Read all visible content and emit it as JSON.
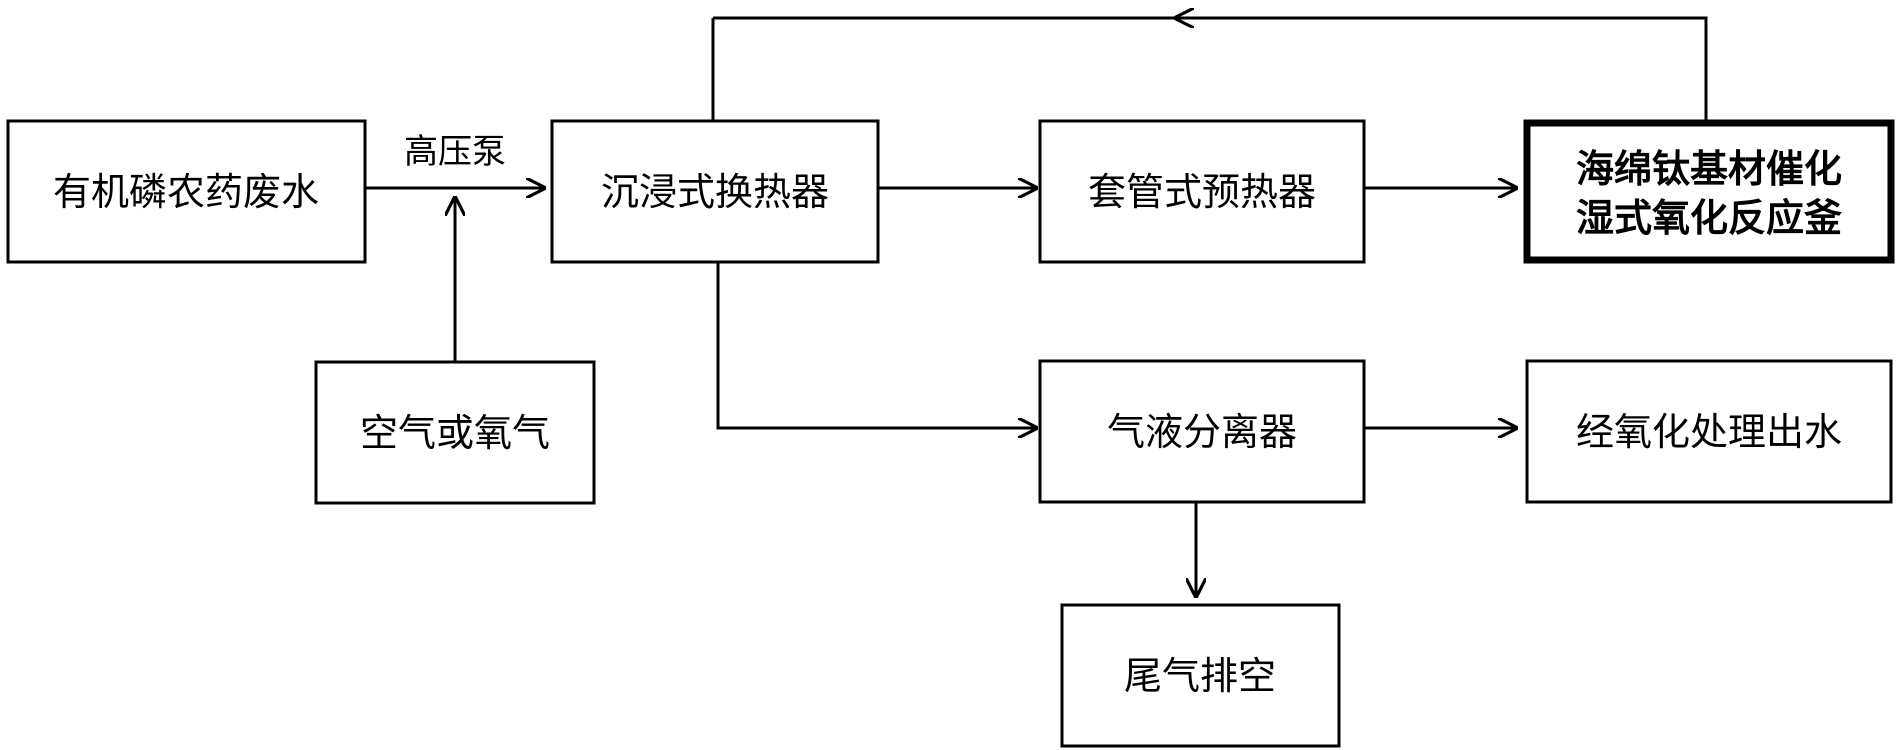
{
  "nodes": {
    "wastewater": "有机磷农药废水",
    "air_oxygen": "空气或氧气",
    "immersed_heat_exchanger": "沉浸式换热器",
    "tube_preheater": "套管式预热器",
    "reactor_line1": "海绵钛基材催化",
    "reactor_line2": "湿式氧化反应釜",
    "gas_liquid_separator": "气液分离器",
    "treated_effluent": "经氧化处理出水",
    "tail_gas_vent": "尾气排空"
  },
  "edge_labels": {
    "high_pressure_pump": "高压泵"
  }
}
